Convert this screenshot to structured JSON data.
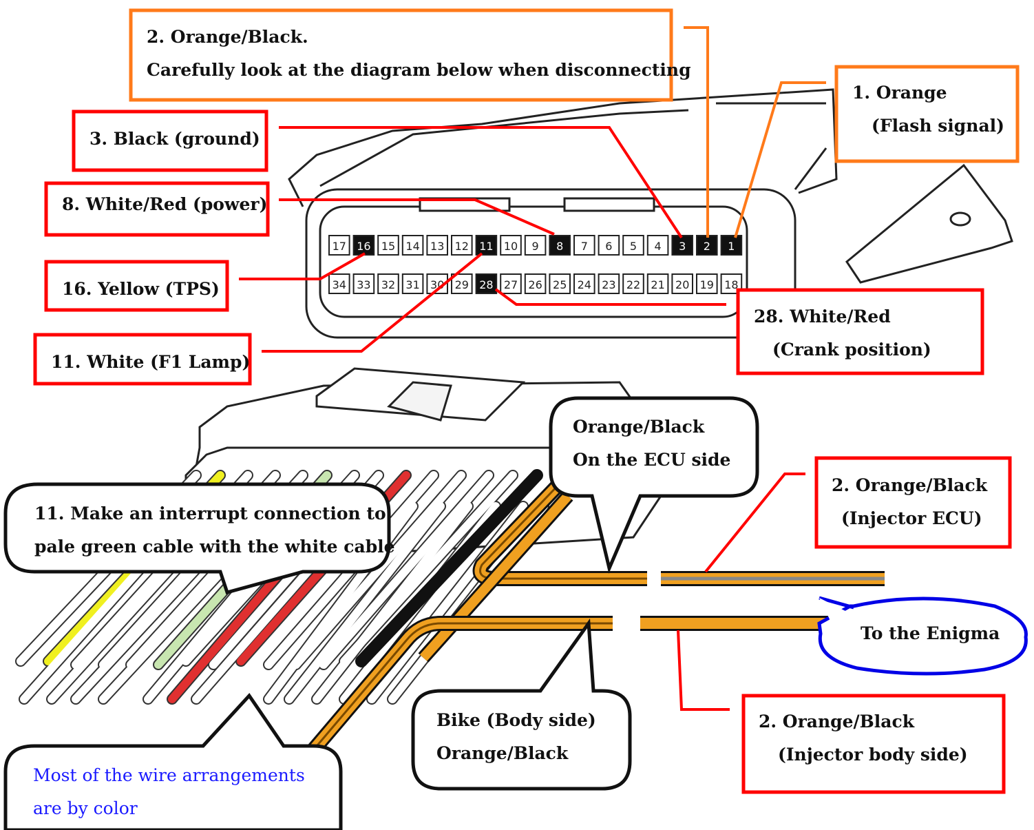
{
  "labels": {
    "top_note": {
      "line1": "2. Orange/Black.",
      "line2": "Carefully look at the diagram below when disconnecting"
    },
    "pin1": {
      "line1": "1. Orange",
      "line2": "(Flash signal)"
    },
    "pin3": "3. Black (ground)",
    "pin8": "8. White/Red (power)",
    "pin16": "16. Yellow (TPS)",
    "pin11": "11. White (F1 Lamp)",
    "pin28": {
      "line1": "28. White/Red",
      "line2": "(Crank position)"
    },
    "ecu_side_bubble": {
      "line1": "Orange/Black",
      "line2": "On the ECU side"
    },
    "injector_ecu": {
      "line1": "2. Orange/Black",
      "line2": "(Injector ECU)"
    },
    "interrupt_bubble": {
      "line1": "11.   Make an interrupt connection to",
      "line2": "pale green cable with the white cable"
    },
    "enigma_bubble": "To the Enigma",
    "body_side_bubble": {
      "line1": "Bike   (Body   side)",
      "line2": "Orange/Black"
    },
    "injector_body": {
      "line1": "2. Orange/Black",
      "line2": "(Injector body side)"
    },
    "color_note_bubble": {
      "line1": "Most of the wire arrangements",
      "line2": "are by color"
    }
  },
  "connector": {
    "top_row_pins": [
      "17",
      "16",
      "15",
      "14",
      "13",
      "12",
      "11",
      "10",
      "9",
      "8",
      "7",
      "6",
      "5",
      "4",
      "3",
      "2",
      "1"
    ],
    "top_row_highlighted": [
      "16",
      "11",
      "8",
      "3",
      "2",
      "1"
    ],
    "bottom_row_pins": [
      "34",
      "33",
      "32",
      "31",
      "30",
      "29",
      "28",
      "27",
      "26",
      "25",
      "24",
      "23",
      "22",
      "21",
      "20",
      "19",
      "18"
    ],
    "bottom_row_highlighted": [
      "28"
    ]
  },
  "colors": {
    "red_box": "#ff0000",
    "orange_box": "#ff7a1a",
    "blue_bubble": "#0000e6",
    "orange_wire": "#f0a020",
    "yellow_wire": "#f0f020",
    "green_wire": "#c8e6b0",
    "red_wire": "#e03030"
  }
}
